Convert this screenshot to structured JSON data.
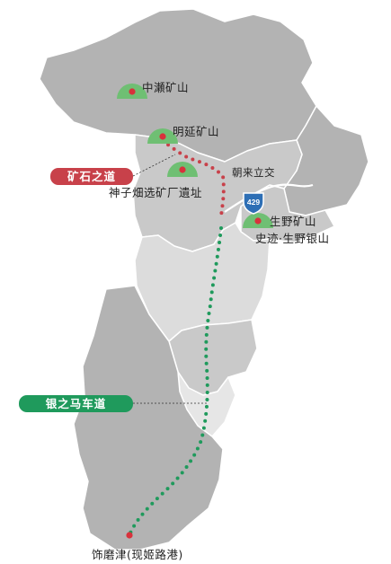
{
  "colors": {
    "region_dark": "#b3b3b3",
    "region_mid": "#c9c9c9",
    "region_light": "#dcdcdc",
    "region_lighter": "#e6e6e6",
    "border": "#ffffff",
    "mine_marker": "#6fbf73",
    "point": "#d8323c",
    "ore_road": "#c8414a",
    "silver_road": "#1f9a5c",
    "route_badge": "#2e6fb5"
  },
  "route_badge": "429",
  "roads": [
    {
      "name": "矿石之道",
      "color_key": "ore_road"
    },
    {
      "name": "银之马车道",
      "color_key": "silver_road"
    }
  ],
  "places": {
    "nakase": "中瀬矿山",
    "akenobe": "明延矿山",
    "mikobata": "神子畑选矿厂遺址",
    "asaku": "朝来立交",
    "ikuno": "生野矿山",
    "ikuno_sub": "史迹·生野银山",
    "shikama": "饰磨津(现姬路港)"
  },
  "icons": {
    "mine": "mine-dome-icon",
    "point": "location-dot-icon",
    "route": "route-shield-icon"
  }
}
